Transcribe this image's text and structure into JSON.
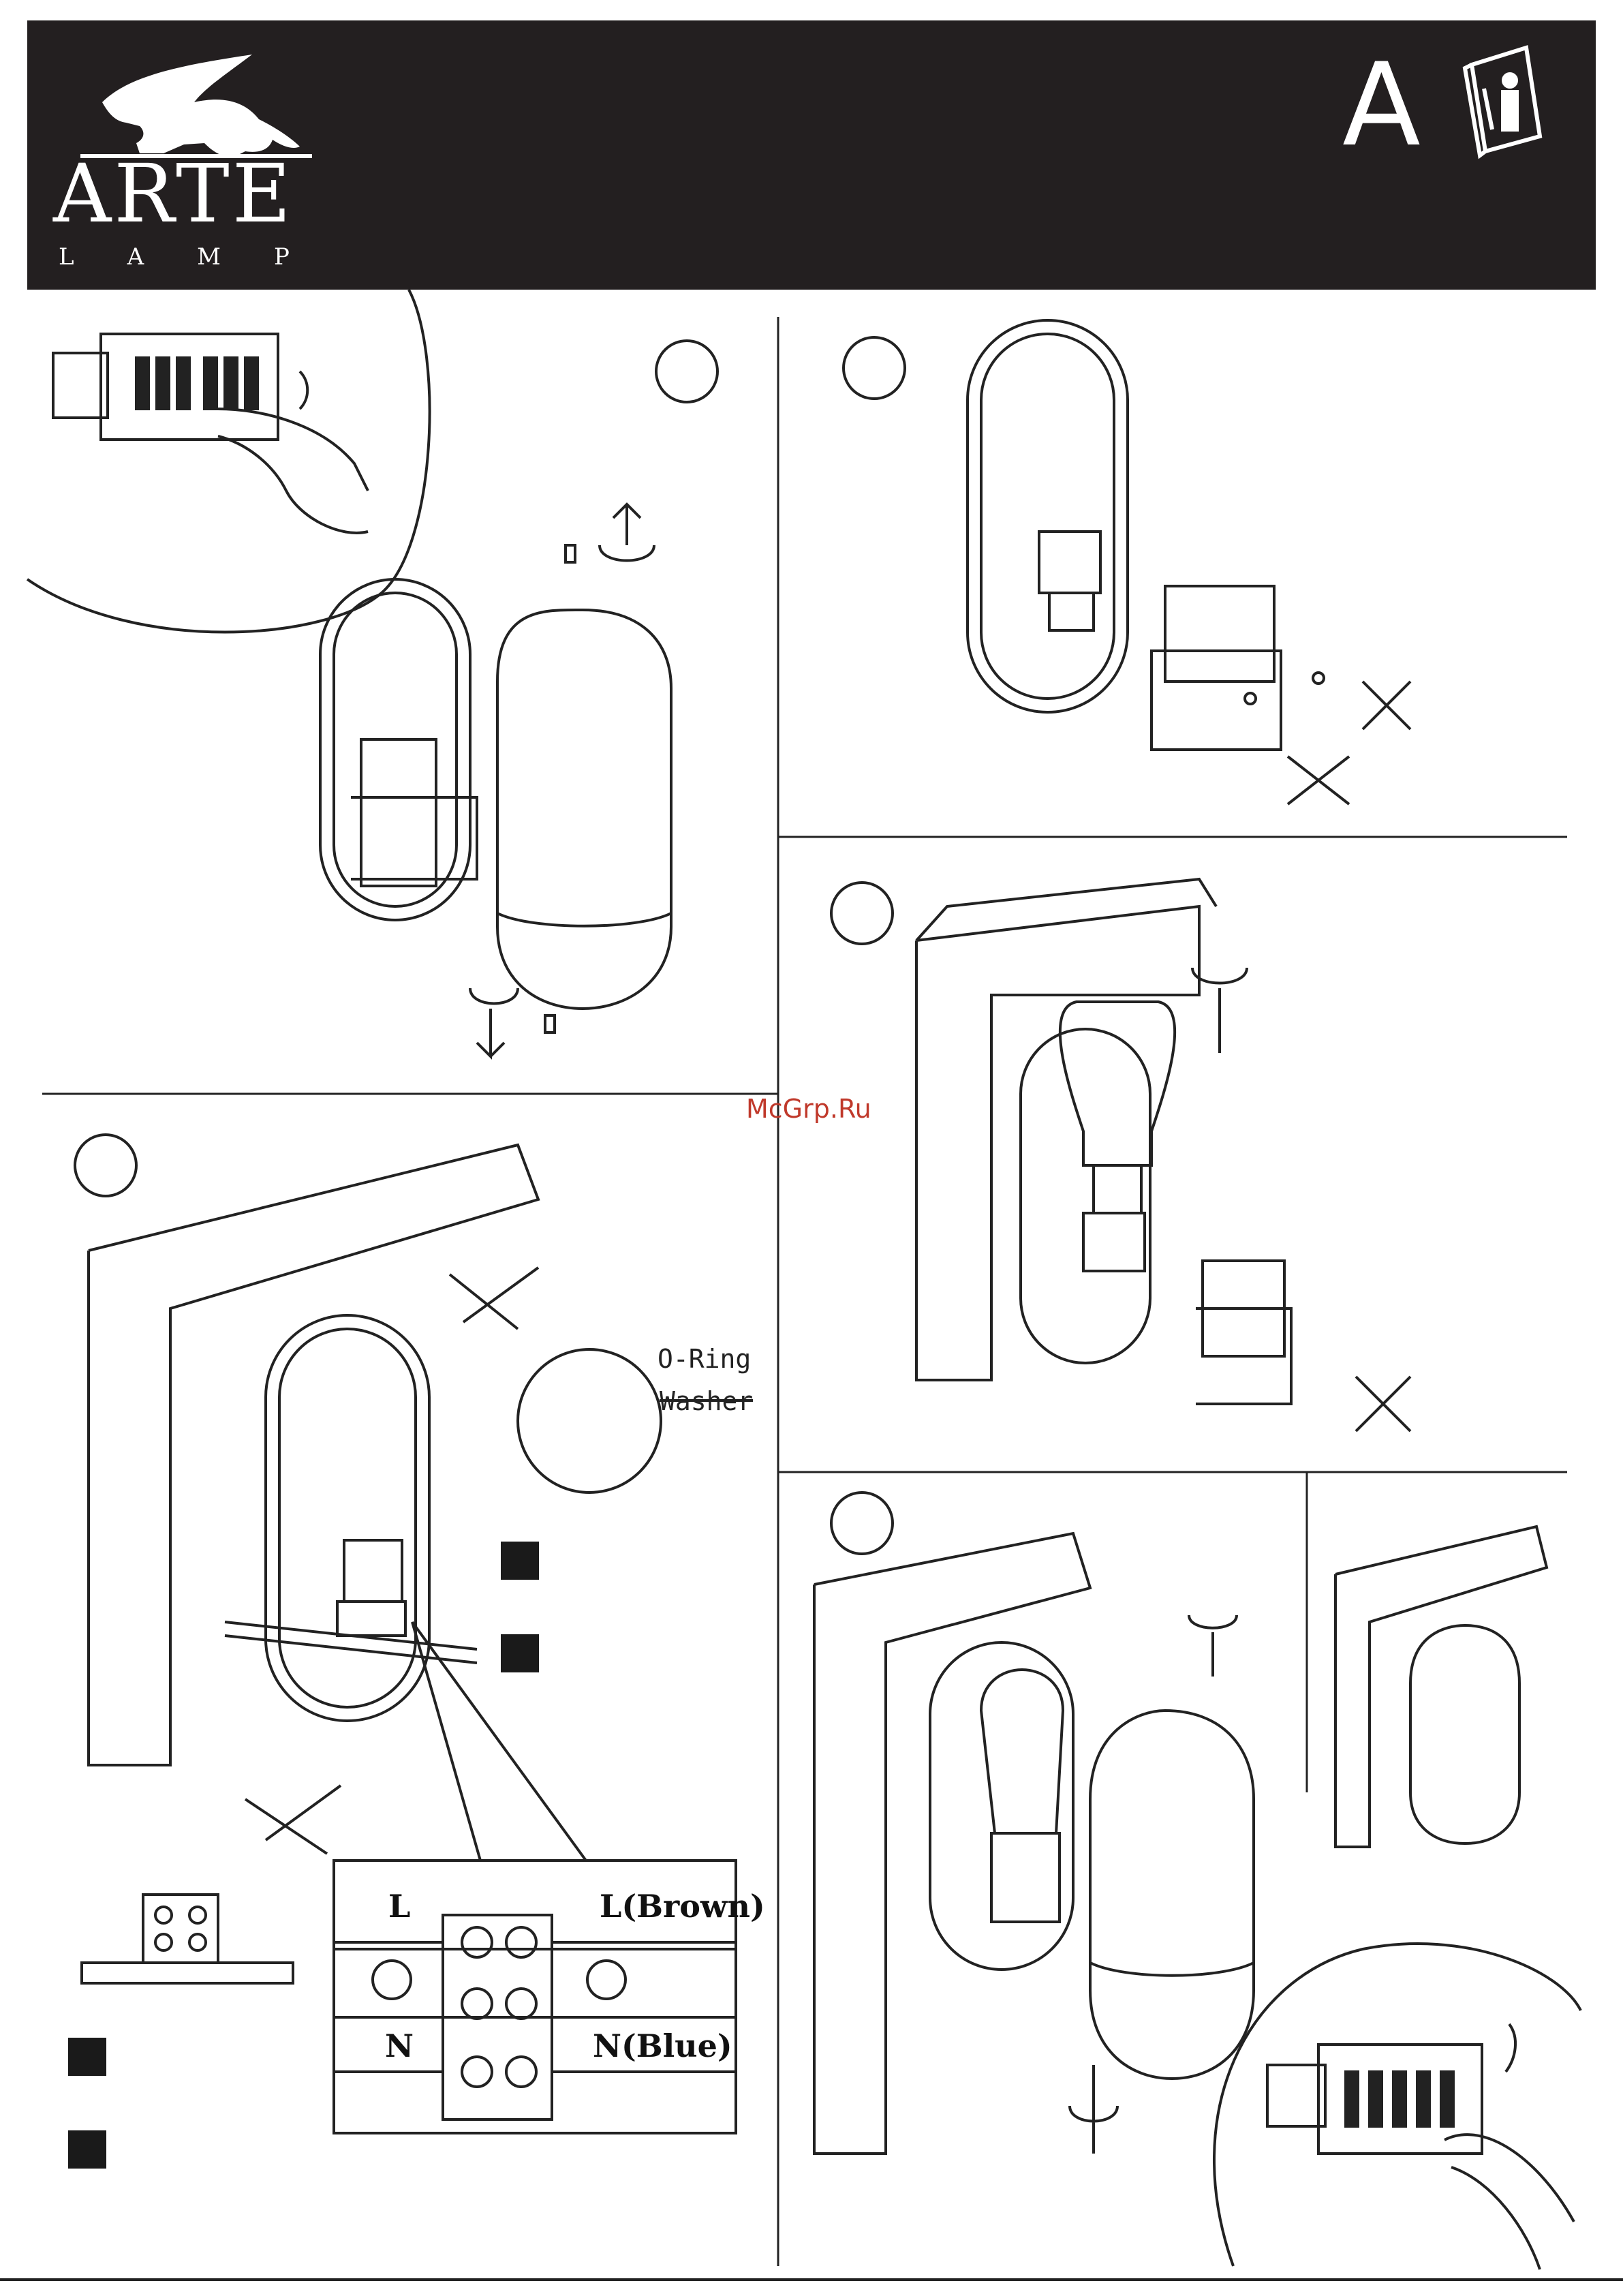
{
  "header": {
    "brand_name": "ARTE",
    "brand_sub": "LAMP",
    "doc_letter": "A",
    "info_icon": "manual-info-icon",
    "logo_icon": "griffin-logo-icon"
  },
  "watermark": "McGrp.Ru",
  "steps": {
    "washer_detail": {
      "o_ring": "O-Ring",
      "washer": "Washer"
    },
    "wiring": {
      "terminal_l": "L",
      "terminal_n": "N",
      "wire_l": "L(Brown)",
      "wire_n": "N(Blue)"
    }
  },
  "colors": {
    "header_bg": "#231f20",
    "watermark": "#c0392b"
  }
}
